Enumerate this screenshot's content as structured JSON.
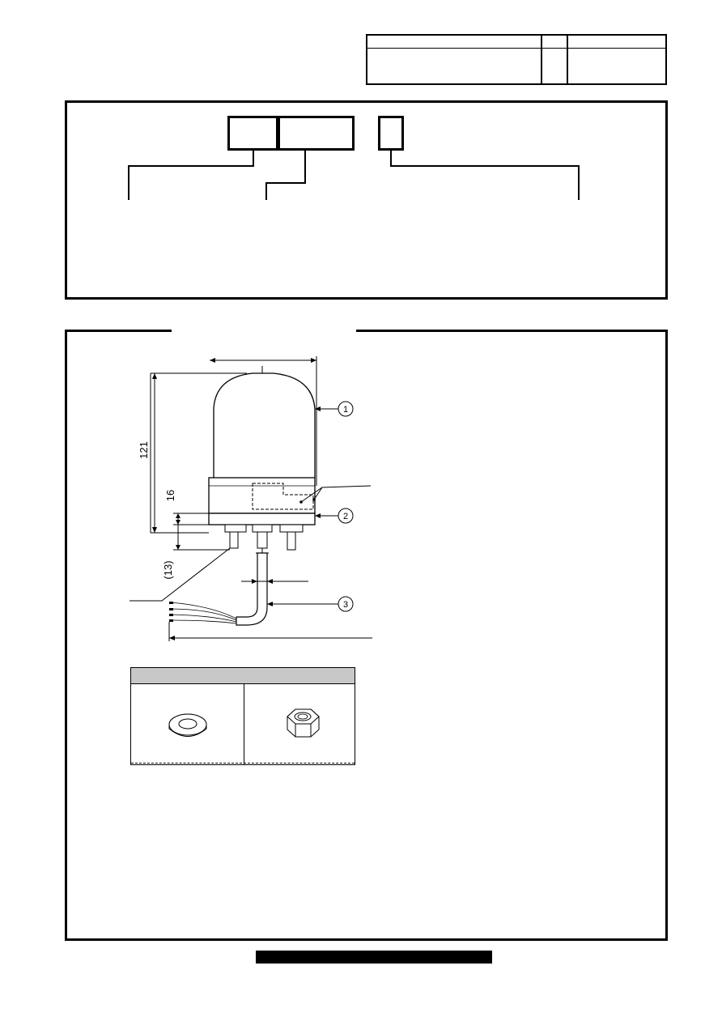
{
  "title_block": {
    "cells": [
      "",
      "",
      "",
      "",
      "",
      ""
    ]
  },
  "model_code": {
    "segments": [
      "",
      "",
      ""
    ],
    "descriptions": [
      "",
      "",
      ""
    ]
  },
  "dimensions": {
    "height_total": "121",
    "base_height": "16",
    "terminal_length": "(13)"
  },
  "callouts": [
    "1",
    "2",
    "3"
  ],
  "accessories": {
    "header": "",
    "items": [
      {
        "name": "",
        "icon": "washer-icon"
      },
      {
        "name": "",
        "icon": "hex-nut-icon"
      }
    ]
  },
  "footer": {
    "text": ""
  }
}
